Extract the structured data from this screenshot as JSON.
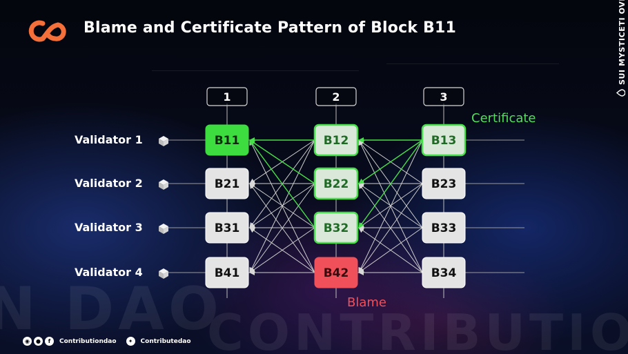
{
  "title": "Blame and Certificate Pattern of Block B11",
  "side_label": "SUI MYSTICETI OVERVIEW",
  "watermarks": [
    "N DAO",
    "CONTRIBUTIO"
  ],
  "footer": {
    "handle1": "Contributiondao",
    "handle2": "Contributedao"
  },
  "diagram": {
    "columns": [
      "1",
      "2",
      "3"
    ],
    "validators": [
      "Validator 1",
      "Validator 2",
      "Validator 3",
      "Validator 4"
    ],
    "blocks": [
      [
        "B11",
        "B12",
        "B13"
      ],
      [
        "B21",
        "B22",
        "B23"
      ],
      [
        "B31",
        "B32",
        "B33"
      ],
      [
        "B41",
        "B42",
        "B34"
      ]
    ],
    "states": [
      [
        "target",
        "certify",
        "certify"
      ],
      [
        "normal",
        "certify",
        "normal"
      ],
      [
        "normal",
        "certify",
        "normal"
      ],
      [
        "normal",
        "blame",
        "normal"
      ]
    ],
    "labels": {
      "certificate": "Certificate",
      "blame": "Blame"
    },
    "colors": {
      "target": "#3ddc3f",
      "certify_border": "#48e04a",
      "blame": "#f0505a",
      "certificate_text": "#4fe05a",
      "blame_text": "#f0505a",
      "block_fill": "#e4e4e4"
    },
    "icons": {
      "validator": "cube-icon",
      "logo": "contributiondao-logo-icon",
      "sui": "sui-drop-icon"
    }
  }
}
